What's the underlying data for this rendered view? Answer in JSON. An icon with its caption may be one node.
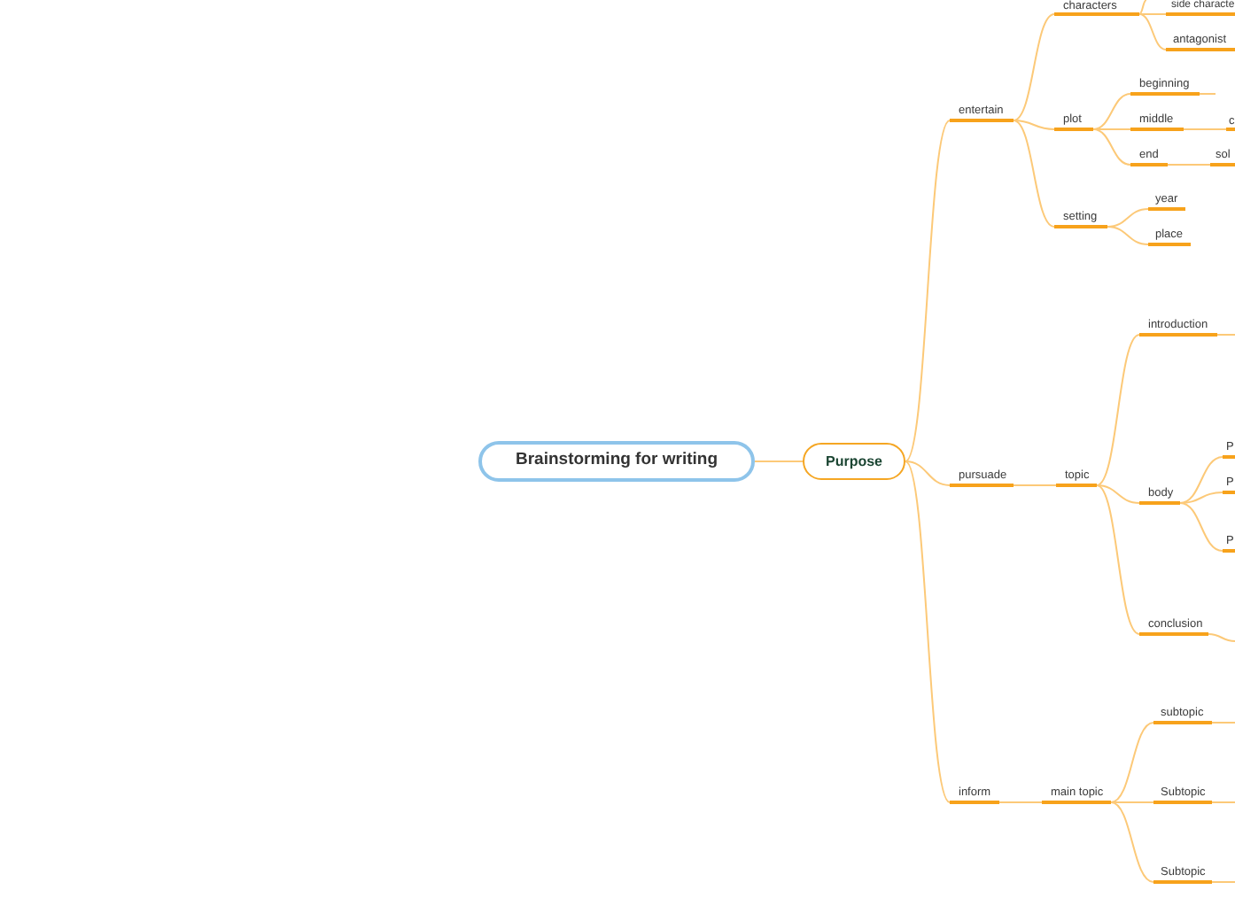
{
  "diagram": {
    "nodes": [
      {
        "text": [
          "Brainstorming for writing"
        ]
      },
      {
        "text": [
          "Purpose"
        ]
      },
      {
        "text": [
          "entertain"
        ]
      },
      {
        "text": [
          "characters"
        ]
      },
      {
        "text": [
          "side characte"
        ]
      },
      {
        "text": [
          "antagonist"
        ]
      },
      {
        "text": [
          "plot"
        ]
      },
      {
        "text": [
          "beginning"
        ]
      },
      {
        "text": [
          "middle"
        ]
      },
      {
        "text": [
          "c"
        ]
      },
      {
        "text": [
          "end"
        ]
      },
      {
        "text": [
          "sol"
        ]
      },
      {
        "text": [
          "setting"
        ]
      },
      {
        "text": [
          "year"
        ]
      },
      {
        "text": [
          "place"
        ]
      },
      {
        "text": [
          "pursuade"
        ]
      },
      {
        "text": [
          "topic"
        ]
      },
      {
        "text": [
          "introduction"
        ]
      },
      {
        "text": [
          "body"
        ]
      },
      {
        "text": [
          "P"
        ]
      },
      {
        "text": [
          "P"
        ]
      },
      {
        "text": [
          "P"
        ]
      },
      {
        "text": [
          "conclusion"
        ]
      },
      {
        "text": [
          "inform"
        ]
      },
      {
        "text": [
          "main topic"
        ]
      },
      {
        "text": [
          "subtopic"
        ]
      },
      {
        "text": [
          "Subtopic"
        ]
      },
      {
        "text": [
          "Subtopic"
        ]
      }
    ],
    "edges": [
      {
        "from": 0,
        "to": 1,
        "arrow": "none"
      },
      {
        "from": 1,
        "to": 2,
        "arrow": "none"
      },
      {
        "from": 1,
        "to": 15,
        "arrow": "none"
      },
      {
        "from": 1,
        "to": 23,
        "arrow": "none"
      },
      {
        "from": 2,
        "to": 3,
        "arrow": "none"
      },
      {
        "from": 2,
        "to": 6,
        "arrow": "none"
      },
      {
        "from": 2,
        "to": 12,
        "arrow": "none"
      },
      {
        "from": 3,
        "to": null,
        "arrow": "none"
      },
      {
        "from": 3,
        "to": 4,
        "arrow": "none"
      },
      {
        "from": 3,
        "to": 5,
        "arrow": "none"
      },
      {
        "from": 6,
        "to": 7,
        "arrow": "none"
      },
      {
        "from": 6,
        "to": 8,
        "arrow": "none"
      },
      {
        "from": 6,
        "to": 10,
        "arrow": "none"
      },
      {
        "from": 7,
        "to": null,
        "arrow": "none"
      },
      {
        "from": 8,
        "to": 9,
        "arrow": "none"
      },
      {
        "from": 10,
        "to": 11,
        "arrow": "none"
      },
      {
        "from": 12,
        "to": 13,
        "arrow": "none"
      },
      {
        "from": 12,
        "to": 14,
        "arrow": "none"
      },
      {
        "from": 15,
        "to": 16,
        "arrow": "none"
      },
      {
        "from": 16,
        "to": 17,
        "arrow": "none"
      },
      {
        "from": 16,
        "to": 18,
        "arrow": "none"
      },
      {
        "from": 16,
        "to": 22,
        "arrow": "none"
      },
      {
        "from": 17,
        "to": null,
        "arrow": "none"
      },
      {
        "from": 18,
        "to": 19,
        "arrow": "none"
      },
      {
        "from": 18,
        "to": 20,
        "arrow": "none"
      },
      {
        "from": 18,
        "to": 21,
        "arrow": "none"
      },
      {
        "from": 22,
        "to": null,
        "arrow": "none"
      },
      {
        "from": 23,
        "to": 24,
        "arrow": "none"
      },
      {
        "from": 24,
        "to": 25,
        "arrow": "none"
      },
      {
        "from": 24,
        "to": 26,
        "arrow": "none"
      },
      {
        "from": 24,
        "to": 27,
        "arrow": "none"
      },
      {
        "from": 25,
        "to": null,
        "arrow": "none"
      },
      {
        "from": 26,
        "to": null,
        "arrow": "none"
      },
      {
        "from": 27,
        "to": null,
        "arrow": "none"
      }
    ]
  }
}
